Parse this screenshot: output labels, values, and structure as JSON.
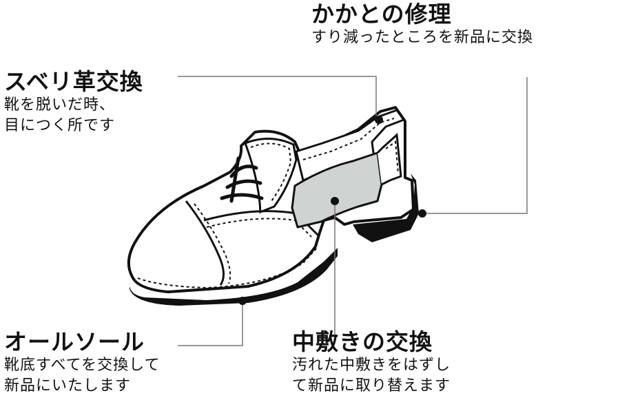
{
  "colors": {
    "ink": "#111111",
    "insole_fill": "#cfd3d2",
    "leader": "#777777",
    "background": "#ffffff"
  },
  "callouts": {
    "heel": {
      "title": "かかとの修理",
      "lines": [
        "すり減ったところを新品に交換"
      ]
    },
    "sock": {
      "title": "スベリ革交換",
      "lines": [
        "靴を脱いだ時、",
        "目につく所です"
      ]
    },
    "sole": {
      "title": "オールソール",
      "lines": [
        "靴底すべてを交換して",
        "新品にいたします"
      ]
    },
    "insole": {
      "title": "中敷きの交換",
      "lines": [
        "汚れた中敷きをはずし",
        "て新品に取り替えます"
      ]
    }
  }
}
